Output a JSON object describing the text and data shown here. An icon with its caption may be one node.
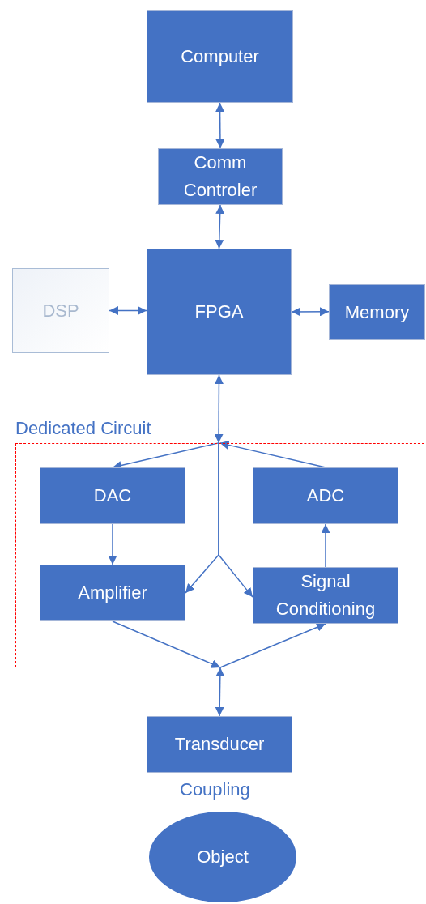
{
  "diagram": {
    "nodes": [
      {
        "text": [
          "Computer"
        ]
      },
      {
        "text": [
          "Comm Controler"
        ]
      },
      {
        "text": [
          "DSP"
        ]
      },
      {
        "text": [
          "FPGA"
        ]
      },
      {
        "text": [
          "Memory"
        ]
      },
      {
        "text": [
          "Dedicated Circuit"
        ]
      },
      {
        "text": [
          "DAC"
        ],
        "in": 5
      },
      {
        "text": [
          "ADC"
        ],
        "in": 5
      },
      {
        "text": [
          "Amplifier"
        ],
        "in": 5
      },
      {
        "text": [
          "Signal Conditioning"
        ],
        "in": 5
      },
      {
        "text": [
          "Transducer"
        ]
      },
      {
        "text": [
          "Object"
        ]
      }
    ],
    "edges": [
      {
        "from": 0,
        "to": 1,
        "arrow": "both"
      },
      {
        "from": 1,
        "to": 3,
        "arrow": "both"
      },
      {
        "from": 2,
        "to": 3,
        "arrow": "both"
      },
      {
        "from": 3,
        "to": 4,
        "arrow": "both"
      },
      {
        "from": 3,
        "to": 5,
        "arrow": "both"
      },
      {
        "from": 5,
        "to": 6,
        "arrow": "to"
      },
      {
        "from": 7,
        "to": 5,
        "arrow": "to"
      },
      {
        "from": 5,
        "to": 8,
        "arrow": "to"
      },
      {
        "from": 5,
        "to": 9,
        "arrow": "to"
      },
      {
        "from": 6,
        "to": 8,
        "arrow": "to"
      },
      {
        "from": 9,
        "to": 7,
        "arrow": "to"
      },
      {
        "from": 8,
        "to": 5,
        "arrow": "to"
      },
      {
        "from": 5,
        "to": 9,
        "arrow": "to"
      },
      {
        "from": 5,
        "to": 10,
        "arrow": "both"
      }
    ],
    "labels": [
      "Coupling"
    ]
  }
}
